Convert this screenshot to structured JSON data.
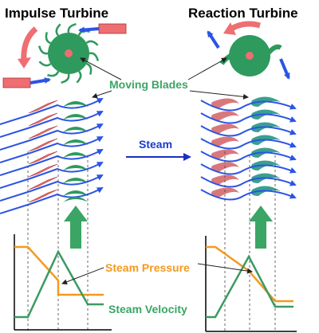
{
  "titles": {
    "impulse": "Impulse Turbine",
    "reaction": "Reaction Turbine"
  },
  "labels": {
    "moving_blades": "Moving Blades",
    "steam": "Steam",
    "steam_pressure": "Steam Pressure",
    "steam_velocity": "Steam Velocity"
  },
  "colors": {
    "blade_green": "#2e9a5e",
    "nozzle_red": "#ee6e72",
    "steam_blue": "#2b54e6",
    "pressure_orange": "#f39a1e",
    "velocity_green": "#3c9a62",
    "teal": "#2f8f86",
    "label_green": "#3aa565",
    "label_orange": "#f39a1e",
    "steam_label": "#1a3ad0"
  }
}
